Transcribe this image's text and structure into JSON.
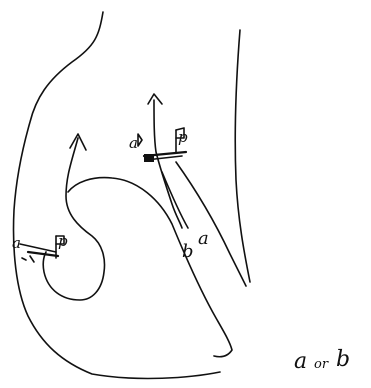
{
  "labels": {
    "corridor_b": "b",
    "corridor_a": "a",
    "caption_a": "a",
    "caption_or": "or",
    "caption_b": "b"
  },
  "markers": {
    "upper": {
      "left": "a",
      "right": "p"
    },
    "lower": {
      "left": "a",
      "right": "p"
    }
  }
}
